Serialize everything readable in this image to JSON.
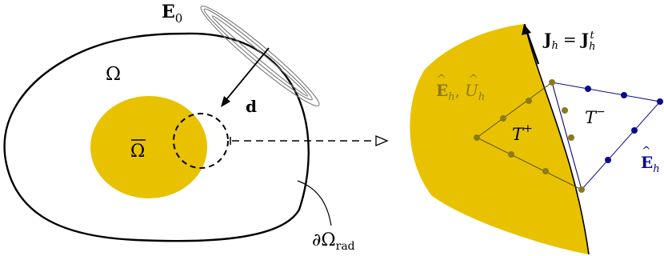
{
  "colors": {
    "domain_fill": "#E8C200",
    "outline": "#000000",
    "olive_nodes": "#8B7A1A",
    "navy_nodes": "#0A0A8C",
    "antenna": "#7a7a7a"
  },
  "labels": {
    "e0_main": "E",
    "e0_sub": "0",
    "omega": "Ω",
    "omega_bar": "Ω",
    "d": "d",
    "boundary_main": "∂Ω",
    "boundary_sub": "rad",
    "j_lhs": "J",
    "j_lhs_sub": "h",
    "j_eq": "=",
    "j_rhs": "J",
    "j_rhs_sub": "h",
    "j_rhs_sup": "t",
    "eh_main": "E",
    "eh_sub": "h",
    "comma": ",",
    "uh_main": "U",
    "uh_sub": "h",
    "tplus_main": "T",
    "tplus_sup": "+",
    "tminus_main": "T",
    "tminus_sup": "−",
    "eh_right_main": "E",
    "eh_right_sub": "h"
  }
}
